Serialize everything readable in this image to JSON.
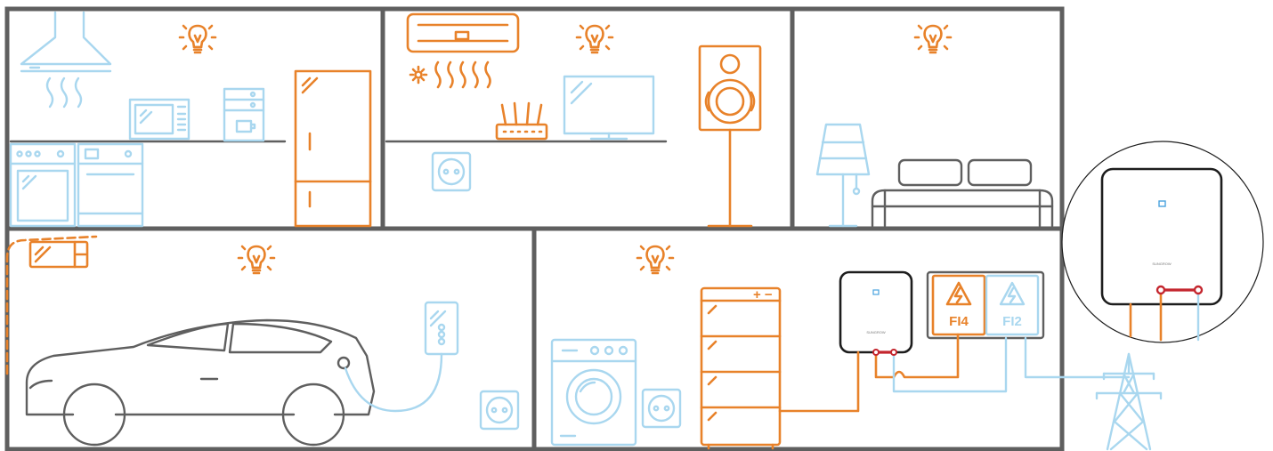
{
  "colors": {
    "consumer_orange": "#e8822a",
    "idle_blue": "#a9d7ef",
    "wall_grey": "#5f5f5f",
    "inverter_black": "#1d1d1d",
    "ac_link_red": "#c4262e"
  },
  "fuse_box": {
    "active_label": "FI4",
    "inactive_label": "FI2"
  },
  "inverter": {
    "brand": "SUNGROW"
  },
  "battery": {
    "terminal_label": "+ −"
  },
  "icons": [
    "bulb-icon",
    "lightning-icon",
    "power-pylon-icon",
    "socket-icon"
  ]
}
